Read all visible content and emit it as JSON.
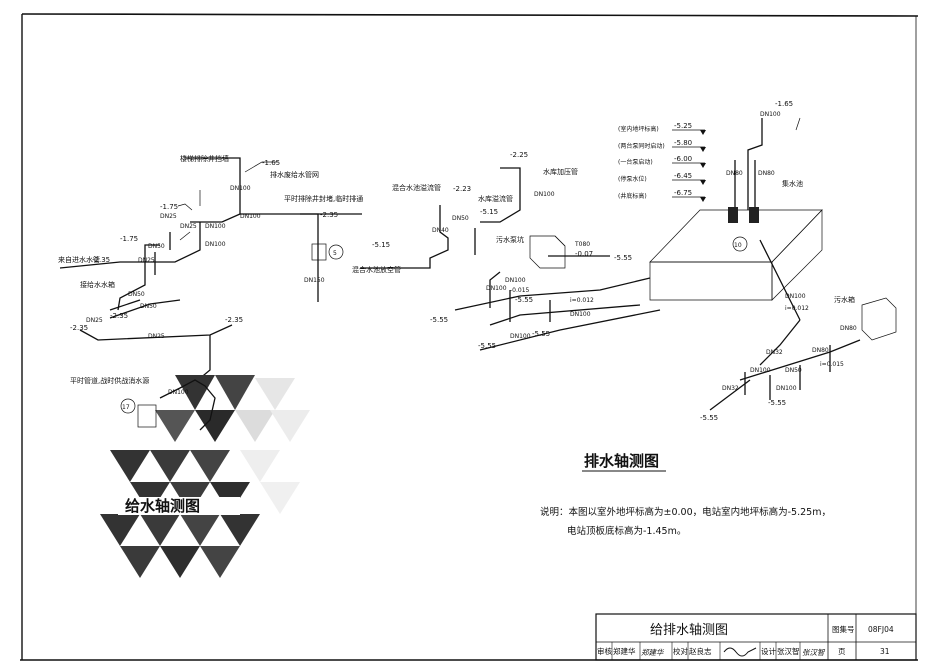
{
  "left_labels": {
    "stair_drain": "楼梯排除井挡墙",
    "lv_m165": "-1.65",
    "equip_pit_drain": "排水废给水管网",
    "dn100_a": "DN100",
    "lv_m175a": "-1.75",
    "dn25_a": "DN25",
    "dn25_b": "DN25",
    "dn100_b": "DN100",
    "dn100_c": "DN100",
    "lv_m175b": "-1.75",
    "dn100_d": "DN100",
    "peacetime_drain": "平时排除井封堵,临时排通",
    "lv_m235a": "-2.35",
    "supply_inlet": "来自进水水管",
    "lv_m235b": "-2.35",
    "dn25_c": "DN25",
    "dn50_a": "DN50",
    "circle5": "5",
    "dn150": "DN150",
    "tank_supply": "接给水水箱",
    "dn50_b": "DN50",
    "dn50_c": "DN50",
    "dn25_d": "DN25",
    "lv_m235c": "-2.35",
    "lv_m235d": "-2.35",
    "lv_m235e": "-2.35",
    "dn25_e": "DN25",
    "peace_note": "平时管道,战时供战消水源",
    "circle17": "17",
    "dn100_e": "DN100",
    "supply_caption": "给水轴测图"
  },
  "mid_labels": {
    "mix_vent": "混合水池溢流管",
    "lv_m223": "-2.23",
    "lv_m225": "-2.25",
    "lv_m515a": "-5.15",
    "tank_vent": "水库溢流管",
    "pump_pipe": "水库加压管",
    "dn100_f": "DN100",
    "dn50_d": "DN50",
    "lv_m515b": "-5.15",
    "dn40": "DN40",
    "mix_drain": "混合水池放空管",
    "sump": "污水泵坑",
    "t080": "T080",
    "lv_m007": "-0.07",
    "dn100_g": "DN100",
    "lv_m015": "-0.015",
    "lv_m555a": "-5.55",
    "dn100_h": "DN100",
    "lv_m555b": "-5.55",
    "i0012": "i=0.012",
    "dn100_i": "DN100",
    "lv_m555c": "-5.55",
    "dn100_j": "DN100",
    "lv_m555d": "-5.55",
    "lv_m555e": "-5.55"
  },
  "right_labels": {
    "elev_labels": [
      "(室内地坪标高)",
      "(两台泵同时启动)",
      "(一台泵启动)",
      "(停泵水位)",
      "(井底标高)"
    ],
    "elev_values": [
      "-5.25",
      "-5.80",
      "-6.00",
      "-6.45",
      "-6.75"
    ],
    "dn100_k": "DN100",
    "lv_m165b": "-1.65",
    "dn80_a": "DN80",
    "dn80_b": "DN80",
    "sump_pit": "集水池",
    "circle10": "10",
    "dn100_l": "DN100",
    "i0012b": "i=0.012",
    "drain_tank": "污水箱",
    "dn80_c": "DN80",
    "dn32_a": "DN32",
    "dn100_m": "DN100",
    "dn50_e": "DN50",
    "dn32_b": "DN32",
    "i0015": "i=0.015",
    "dn100_n": "DN100",
    "dn80_d": "DN80",
    "lv_m555f": "-5.55",
    "lv_m555g": "-5.55"
  },
  "drain_caption": "排水轴测图",
  "notes": {
    "line1": "说明：本图以室外地坪标高为±0.00，电站室内地坪标高为-5.25m，",
    "line2": "电站顶板底标高为-1.45m。"
  },
  "title_block": {
    "title": "给排水轴测图",
    "atlas_no_label": "图集号",
    "atlas_no": "08FJ04",
    "page_label": "页",
    "page_no": "31",
    "review_label": "审核",
    "review_name": "郑建华",
    "check_label": "校对",
    "check_name": "赵良志",
    "design_label": "设计",
    "design_name": "张汉智"
  }
}
